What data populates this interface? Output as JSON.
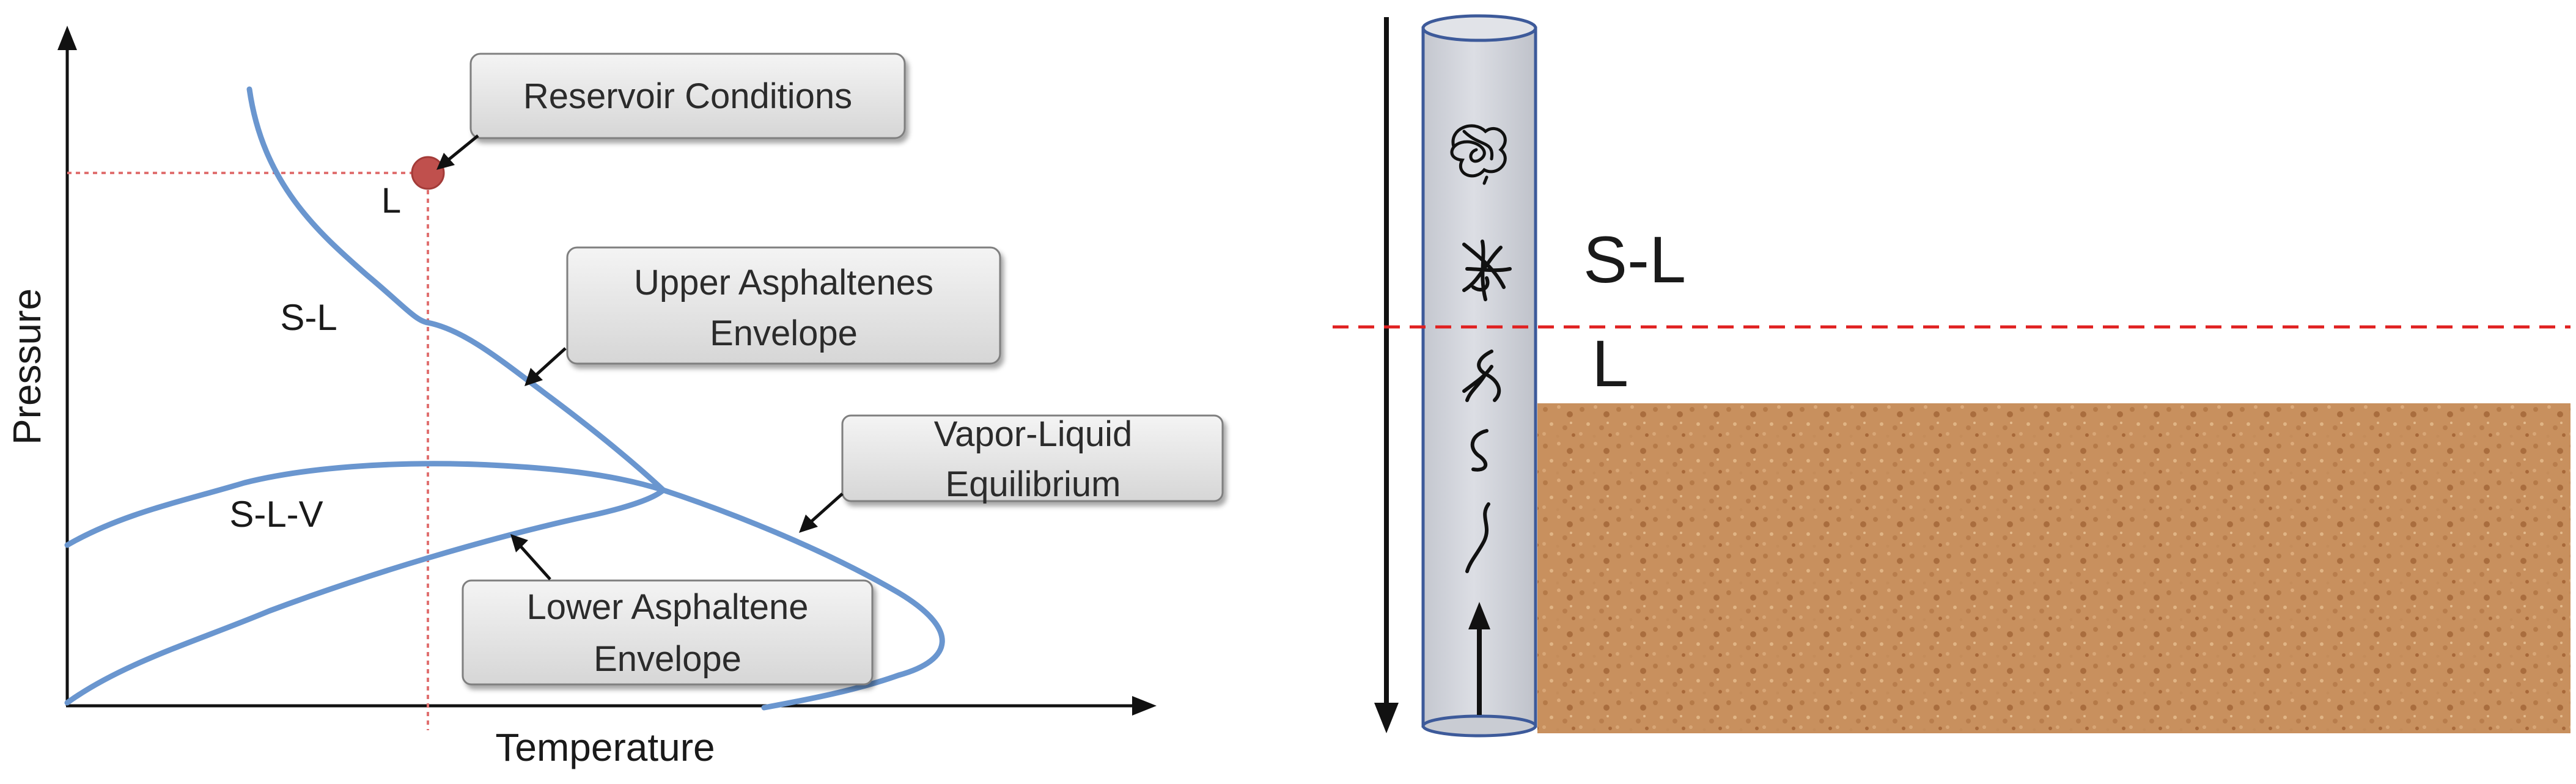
{
  "left_diagram": {
    "x_axis_label": "Temperature",
    "y_axis_label": "Pressure",
    "region_labels": {
      "liquid": "L",
      "solid_liquid": "S-L",
      "solid_liquid_vapor": "S-L-V"
    },
    "callouts": {
      "reservoir": [
        "Reservoir Conditions"
      ],
      "upper_envelope": [
        "Upper Asphaltenes",
        "Envelope"
      ],
      "vle": [
        "Vapor-Liquid",
        "Equilibrium"
      ],
      "lower_envelope": [
        "Lower Asphaltene",
        "Envelope"
      ]
    }
  },
  "right_diagram": {
    "labels": {
      "upper_zone": "S-L",
      "lower_zone": "L"
    }
  },
  "colors": {
    "curve": "#6a96cf",
    "dotted_guide": "#e07070",
    "reservoir_point": "#c0504d",
    "dashed_boundary": "#e02020",
    "box_fill": "#e6e6e6",
    "box_stroke": "#7f7f7f",
    "wellbore_fill": "#d3d5dc",
    "wellbore_stroke": "#3d5a9a",
    "rock": "#c99060"
  }
}
